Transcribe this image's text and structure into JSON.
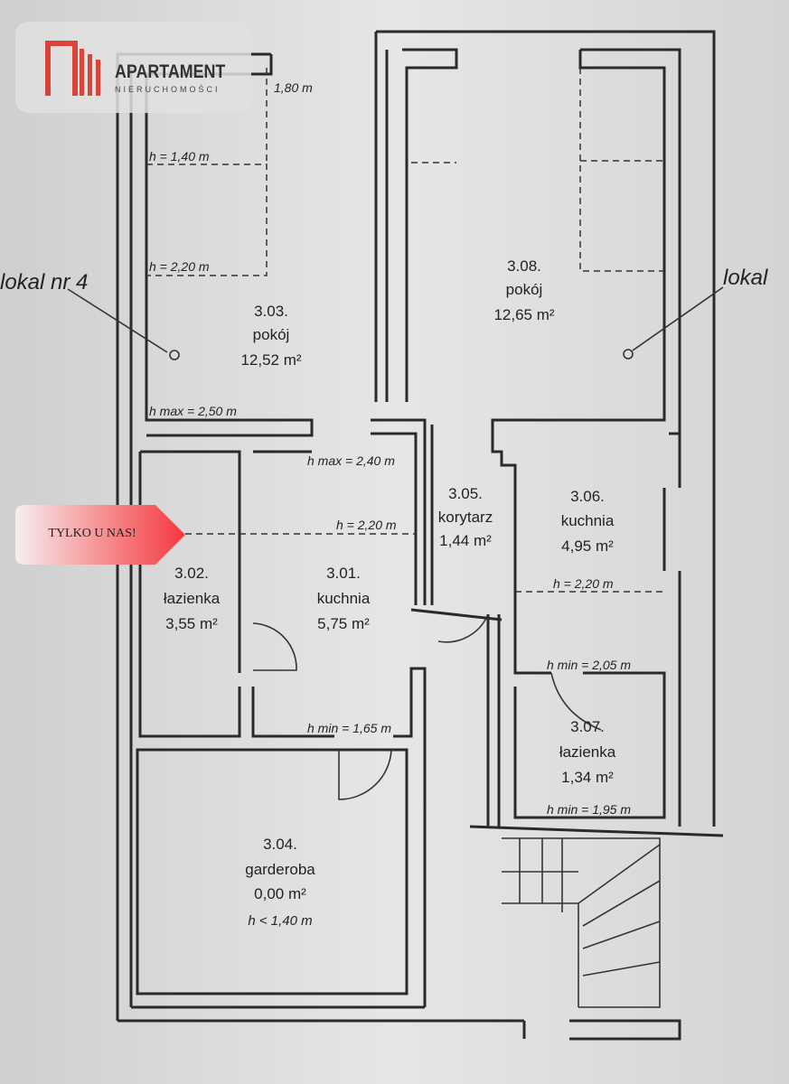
{
  "logo": {
    "name": "APARTAMENT",
    "subtitle": "NIERUCHOMOŚCI"
  },
  "badge": {
    "text": "TYLKO U NAS!"
  },
  "neighbors": {
    "left": "lokal nr 4",
    "right": "lokal"
  },
  "rooms": [
    {
      "id": "3.03.",
      "name": "pokój",
      "area": "12,52 m²"
    },
    {
      "id": "3.08.",
      "name": "pokój",
      "area": "12,65 m²"
    },
    {
      "id": "3.02.",
      "name": "łazienka",
      "area": "3,55 m²"
    },
    {
      "id": "3.01.",
      "name": "kuchnia",
      "area": "5,75 m²"
    },
    {
      "id": "3.05.",
      "name": "korytarz",
      "area": "1,44 m²"
    },
    {
      "id": "3.06.",
      "name": "kuchnia",
      "area": "4,95 m²"
    },
    {
      "id": "3.07.",
      "name": "łazienka",
      "area": "1,34 m²"
    },
    {
      "id": "3.04.",
      "name": "garderoba",
      "area": "0,00 m²",
      "note": "h < 1,40 m"
    }
  ],
  "heights": {
    "top": "1,80 m",
    "h140": "h = 1,40 m",
    "h220a": "h = 2,20 m",
    "hmax250": "h max = 2,50 m",
    "hmax240": "h max = 2,40 m",
    "h220b": "h = 2,20 m",
    "h220c": "h = 2,20 m",
    "hmin165": "h min = 1,65 m",
    "hmin205": "h min = 2,05 m",
    "hmin195": "h min = 1,95 m"
  },
  "colors": {
    "logo": "#d9443a",
    "badge": "#f5383c"
  }
}
